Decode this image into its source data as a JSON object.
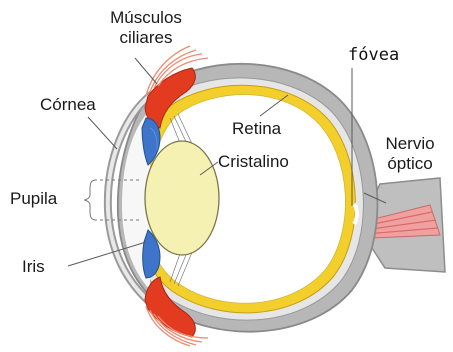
{
  "labels": {
    "musculos_ciliares_line1": "Músculos",
    "musculos_ciliares_line2": "ciliares",
    "fovea": "fóvea",
    "cornea": "Córnea",
    "retina": "Retina",
    "nervio_optico_line1": "Nervio",
    "nervio_optico_line2": "óptico",
    "cristalino": "Cristalino",
    "pupila": "Pupila",
    "iris": "Iris"
  },
  "colors": {
    "sclera": "#b5b5b5",
    "sclera_inner": "#d9d9d9",
    "retina": "#f2cf2a",
    "choroid": "#e7e7e7",
    "muscle": "#e23a1f",
    "iris": "#3e74c9",
    "lens": "#f3f0b2",
    "nerve": "#e88f8f",
    "tendon": "#f08a73",
    "leader": "#5a5a5a"
  }
}
